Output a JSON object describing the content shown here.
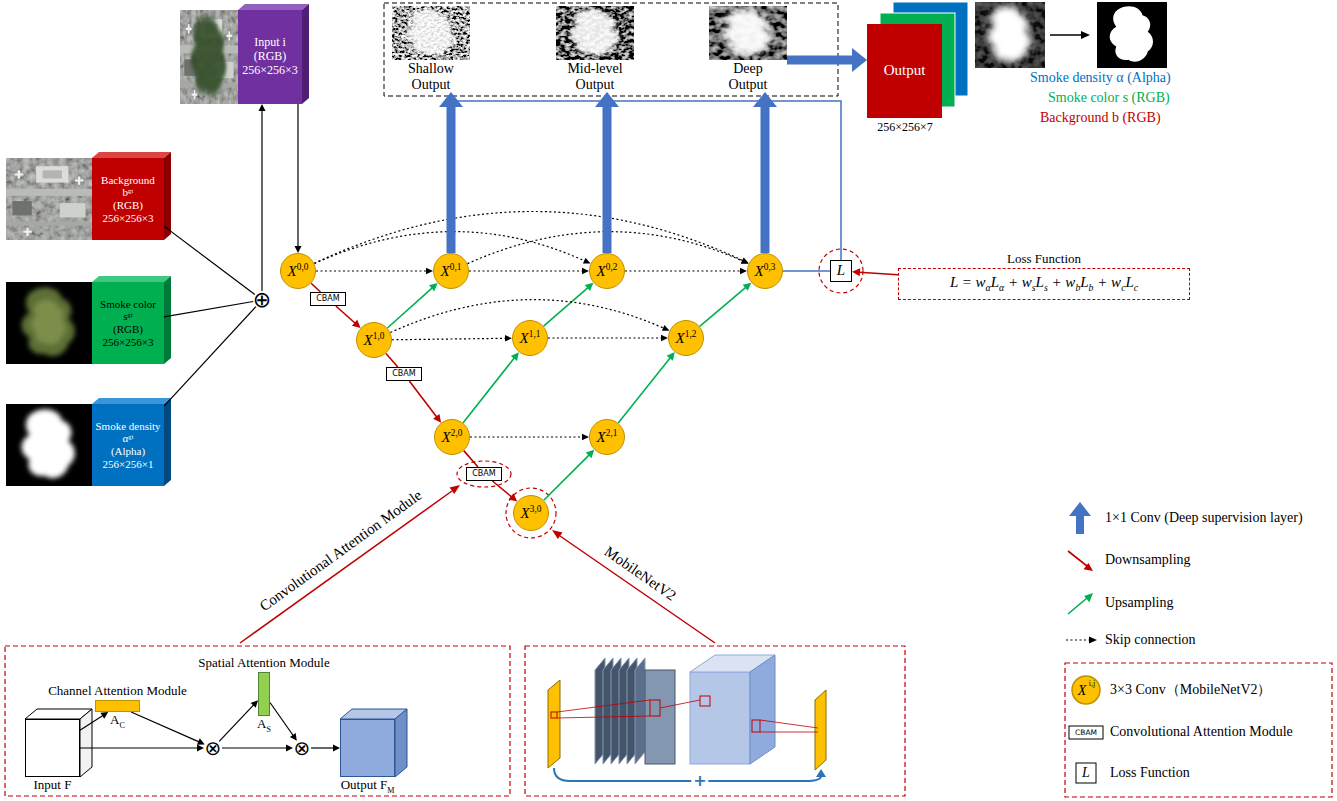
{
  "diagram": {
    "nodes": [
      {
        "text": [
          "Input i",
          "(RGB)",
          "256×256×3"
        ]
      },
      {
        "text": [
          "Background",
          "bᵍᵗ",
          "(RGB)",
          "256×256×3"
        ]
      },
      {
        "text": [
          "Smoke color",
          "sᵍᵗ",
          "(RGB)",
          "256×256×3"
        ]
      },
      {
        "text": [
          "Smoke density",
          "αᵍᵗ",
          "(Alpha)",
          "256×256×1"
        ]
      },
      {
        "text": [
          "⊕"
        ]
      },
      {
        "text": [
          "X",
          "0,0"
        ]
      },
      {
        "text": [
          "CBAM"
        ]
      },
      {
        "text": [
          "X",
          "1,0"
        ]
      },
      {
        "text": [
          "CBAM"
        ]
      },
      {
        "text": [
          "X",
          "2,0"
        ]
      },
      {
        "text": [
          "CBAM"
        ]
      },
      {
        "text": [
          "X",
          "3,0"
        ]
      },
      {
        "text": [
          "X",
          "0,1"
        ]
      },
      {
        "text": [
          "X",
          "1,1"
        ]
      },
      {
        "text": [
          "X",
          "2,1"
        ]
      },
      {
        "text": [
          "X",
          "0,2"
        ]
      },
      {
        "text": [
          "X",
          "1,2"
        ]
      },
      {
        "text": [
          "X",
          "0,3"
        ]
      },
      {
        "text": [
          "Shallow Output"
        ]
      },
      {
        "text": [
          "Mid-level Output"
        ]
      },
      {
        "text": [
          "Deep Output"
        ]
      },
      {
        "text": [
          "Output"
        ]
      },
      {
        "text": [
          "L"
        ]
      },
      {
        "text": [
          "Loss Function",
          "L = wαLα + wsLs + wbLb + wcLc"
        ]
      },
      {
        "text": [
          "Input F"
        ]
      },
      {
        "text": [
          "Channel Attention Module",
          "A",
          "C"
        ]
      },
      {
        "text": [
          "⊗"
        ]
      },
      {
        "text": [
          "Spatial Attention Module",
          "A",
          "S"
        ]
      },
      {
        "text": [
          "⊗"
        ]
      },
      {
        "text": [
          "Output F",
          "M"
        ]
      }
    ],
    "edges": [
      {
        "from": 1,
        "to": 4,
        "arrow": "none"
      },
      {
        "from": 2,
        "to": 4,
        "arrow": "none"
      },
      {
        "from": 3,
        "to": 4,
        "arrow": "none"
      },
      {
        "from": 4,
        "to": 0,
        "arrow": "to"
      },
      {
        "from": 0,
        "to": 5,
        "arrow": "to"
      },
      {
        "from": 5,
        "to": 6,
        "arrow": "none"
      },
      {
        "from": 6,
        "to": 7,
        "arrow": "to"
      },
      {
        "from": 7,
        "to": 8,
        "arrow": "none"
      },
      {
        "from": 8,
        "to": 9,
        "arrow": "to"
      },
      {
        "from": 9,
        "to": 10,
        "arrow": "none"
      },
      {
        "from": 10,
        "to": 11,
        "arrow": "to"
      },
      {
        "from": 7,
        "to": 12,
        "arrow": "to"
      },
      {
        "from": 13,
        "to": 15,
        "arrow": "to"
      },
      {
        "from": 16,
        "to": 17,
        "arrow": "to"
      },
      {
        "from": 9,
        "to": 13,
        "arrow": "to"
      },
      {
        "from": 14,
        "to": 16,
        "arrow": "to"
      },
      {
        "from": 11,
        "to": 14,
        "arrow": "to"
      },
      {
        "from": 5,
        "to": 12,
        "arrow": "to"
      },
      {
        "from": 5,
        "to": 15,
        "arrow": "to"
      },
      {
        "from": 5,
        "to": 17,
        "arrow": "to"
      },
      {
        "from": 12,
        "to": 15,
        "arrow": "to"
      },
      {
        "from": 12,
        "to": 17,
        "arrow": "to"
      },
      {
        "from": 15,
        "to": 17,
        "arrow": "to"
      },
      {
        "from": 7,
        "to": 13,
        "arrow": "to"
      },
      {
        "from": 7,
        "to": 16,
        "arrow": "to"
      },
      {
        "from": 13,
        "to": 16,
        "arrow": "to"
      },
      {
        "from": 9,
        "to": 14,
        "arrow": "to"
      },
      {
        "from": 12,
        "to": 18,
        "arrow": "to"
      },
      {
        "from": 15,
        "to": 19,
        "arrow": "to"
      },
      {
        "from": 17,
        "to": 20,
        "arrow": "to"
      },
      {
        "from": 20,
        "to": 21,
        "arrow": "to"
      },
      {
        "from": 17,
        "to": 22,
        "arrow": "none"
      },
      {
        "from": 23,
        "to": 22,
        "arrow": "to"
      },
      {
        "from": 24,
        "to": 25,
        "arrow": "to"
      },
      {
        "from": 25,
        "to": 26,
        "arrow": "to"
      },
      {
        "from": 24,
        "to": 26,
        "arrow": "to"
      },
      {
        "from": 26,
        "to": 27,
        "arrow": "to"
      },
      {
        "from": 27,
        "to": 28,
        "arrow": "to"
      },
      {
        "from": 26,
        "to": 28,
        "arrow": "to"
      },
      {
        "from": 28,
        "to": 29,
        "arrow": "to"
      }
    ],
    "labels": [
      "256×256×7",
      "Smoke density α (Alpha)",
      "Smoke color s (RGB)",
      "Background b (RGB)",
      "Convolutional Attention Module",
      "MobileNetV2",
      "+",
      "X",
      "i,j",
      "CBAM",
      "L"
    ],
    "legend": [
      {
        "text": "1×1 Conv (Deep supervision layer)"
      },
      {
        "text": "Downsampling"
      },
      {
        "text": "Upsampling"
      },
      {
        "text": "Skip connection"
      },
      {
        "text": "3×3 Conv（MobileNetV2）"
      },
      {
        "text": "Convolutional Attention Module"
      },
      {
        "text": "Loss Function"
      }
    ]
  }
}
